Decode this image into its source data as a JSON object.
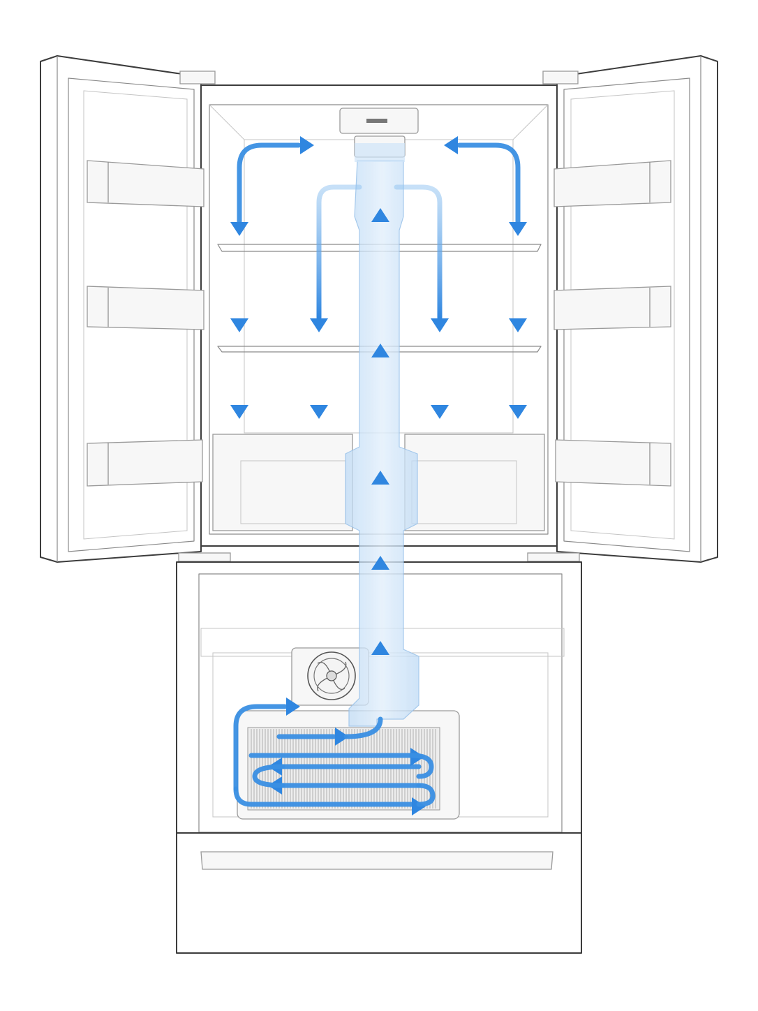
{
  "diagram": {
    "subject": "french-door-refrigerator-airflow",
    "colors": {
      "airflow": "#2f86e0",
      "duct": "#cfe4f8",
      "outline": "#3c3c3c",
      "background": "#ffffff"
    },
    "icons": [
      "fan-icon",
      "evaporator-coil",
      "airflow-arrow"
    ]
  }
}
